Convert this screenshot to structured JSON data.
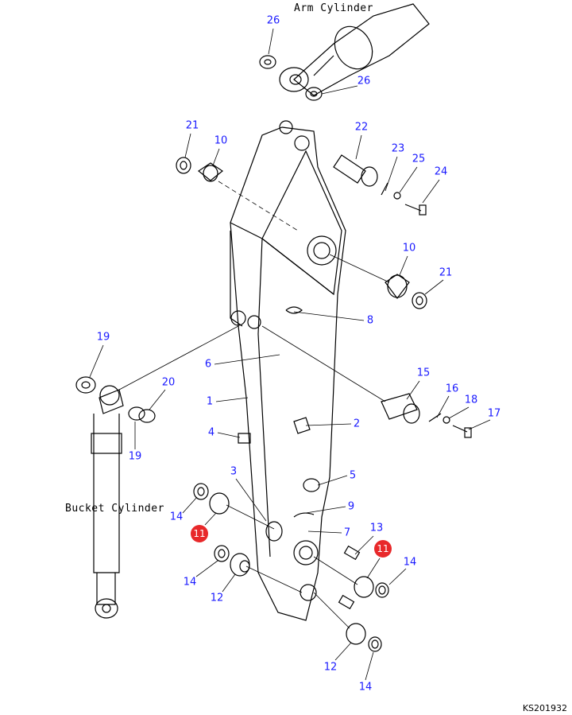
{
  "captions": {
    "arm_cylinder": "Arm Cylinder",
    "bucket_cylinder": "Bucket Cylinder"
  },
  "drawing_number": "KS201932",
  "callouts": [
    "26",
    "26",
    "21",
    "10",
    "22",
    "23",
    "25",
    "24",
    "10",
    "21",
    "8",
    "19",
    "20",
    "19",
    "6",
    "1",
    "15",
    "16",
    "18",
    "17",
    "2",
    "4",
    "3",
    "5",
    "14",
    "11",
    "9",
    "7",
    "13",
    "11",
    "14",
    "14",
    "12",
    "12",
    "14"
  ],
  "colors": {
    "callout": "#1a1aff",
    "highlight": "#e8282a",
    "line": "#000000"
  }
}
